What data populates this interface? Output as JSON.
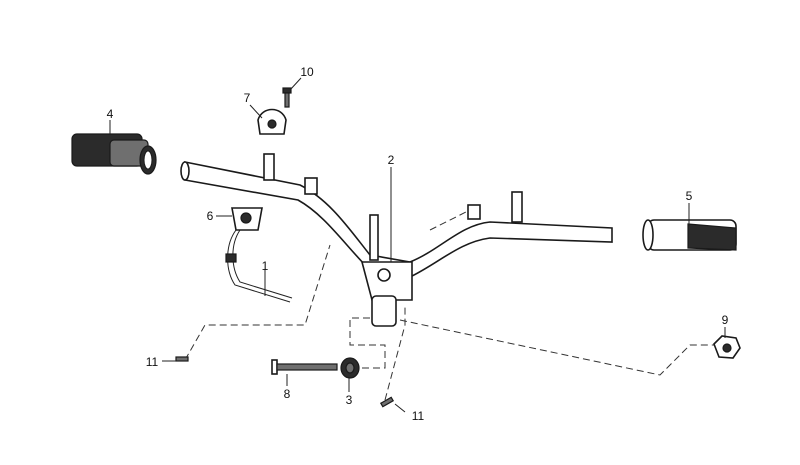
{
  "diagram": {
    "callouts": [
      {
        "id": "c1",
        "label": "1"
      },
      {
        "id": "c2",
        "label": "2"
      },
      {
        "id": "c3",
        "label": "3"
      },
      {
        "id": "c4",
        "label": "4"
      },
      {
        "id": "c5",
        "label": "5"
      },
      {
        "id": "c6",
        "label": "6"
      },
      {
        "id": "c7",
        "label": "7"
      },
      {
        "id": "c8",
        "label": "8"
      },
      {
        "id": "c9",
        "label": "9"
      },
      {
        "id": "c10",
        "label": "10"
      },
      {
        "id": "c11a",
        "label": "11"
      },
      {
        "id": "c11b",
        "label": "11"
      }
    ]
  }
}
